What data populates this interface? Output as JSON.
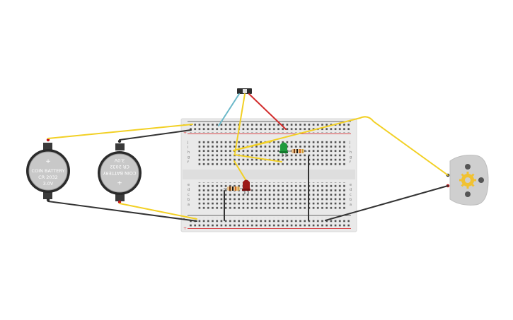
{
  "battery_left": {
    "line1": "COIN BATTERY",
    "line2": "CR 2032",
    "line3": "3.0V",
    "plus": "+"
  },
  "battery_right": {
    "line1": "COIN BATTERY",
    "line2": "CR 2032",
    "line3": "3.0V",
    "plus": "+"
  },
  "breadboard": {
    "row_letters_top": [
      "j",
      "i",
      "h",
      "g",
      "f"
    ],
    "row_letters_bottom": [
      "e",
      "d",
      "c",
      "b",
      "a"
    ],
    "rail_plus": "+",
    "rail_minus": "-"
  },
  "colors": {
    "wire_yellow": "#f2d024",
    "wire_black": "#333333",
    "wire_red": "#d22b2b",
    "wire_blue": "#6ab8c9",
    "battery_body": "#2b2b2b",
    "battery_face": "#c8c8c8",
    "board": "#e9e9e9",
    "rail_red": "#d8474a",
    "led_green": "#1f9a3c",
    "led_red": "#9c1a1a",
    "motor_body": "#cfcfcf",
    "motor_gear": "#f1c232"
  },
  "components": [
    {
      "name": "coin-battery",
      "icon": "battery-icon"
    },
    {
      "name": "coin-battery",
      "icon": "battery-icon"
    },
    {
      "name": "slide-switch",
      "icon": "switch-icon"
    },
    {
      "name": "green-led",
      "icon": "led-icon"
    },
    {
      "name": "red-led",
      "icon": "led-icon"
    },
    {
      "name": "resistor",
      "icon": "resistor-icon"
    },
    {
      "name": "resistor",
      "icon": "resistor-icon"
    },
    {
      "name": "dc-motor",
      "icon": "motor-icon"
    }
  ]
}
